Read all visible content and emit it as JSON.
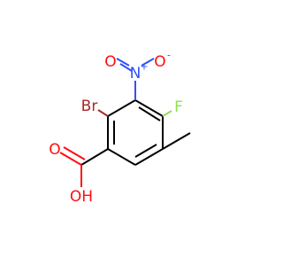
{
  "molecule": {
    "atoms": {
      "br": {
        "label": "Br",
        "color": "#a62929"
      },
      "n": {
        "label": "N",
        "charge": "+",
        "color": "#3050f8"
      },
      "o_nitro_left": {
        "label": "O",
        "color": "#ff0d0d"
      },
      "o_nitro_right": {
        "label": "O",
        "charge": "-",
        "color": "#ff0d0d"
      },
      "f": {
        "label": "F",
        "color": "#90e050"
      },
      "o_carbonyl": {
        "label": "O",
        "color": "#ff0d0d"
      },
      "oh": {
        "label": "OH",
        "color": "#ff0d0d"
      }
    }
  }
}
